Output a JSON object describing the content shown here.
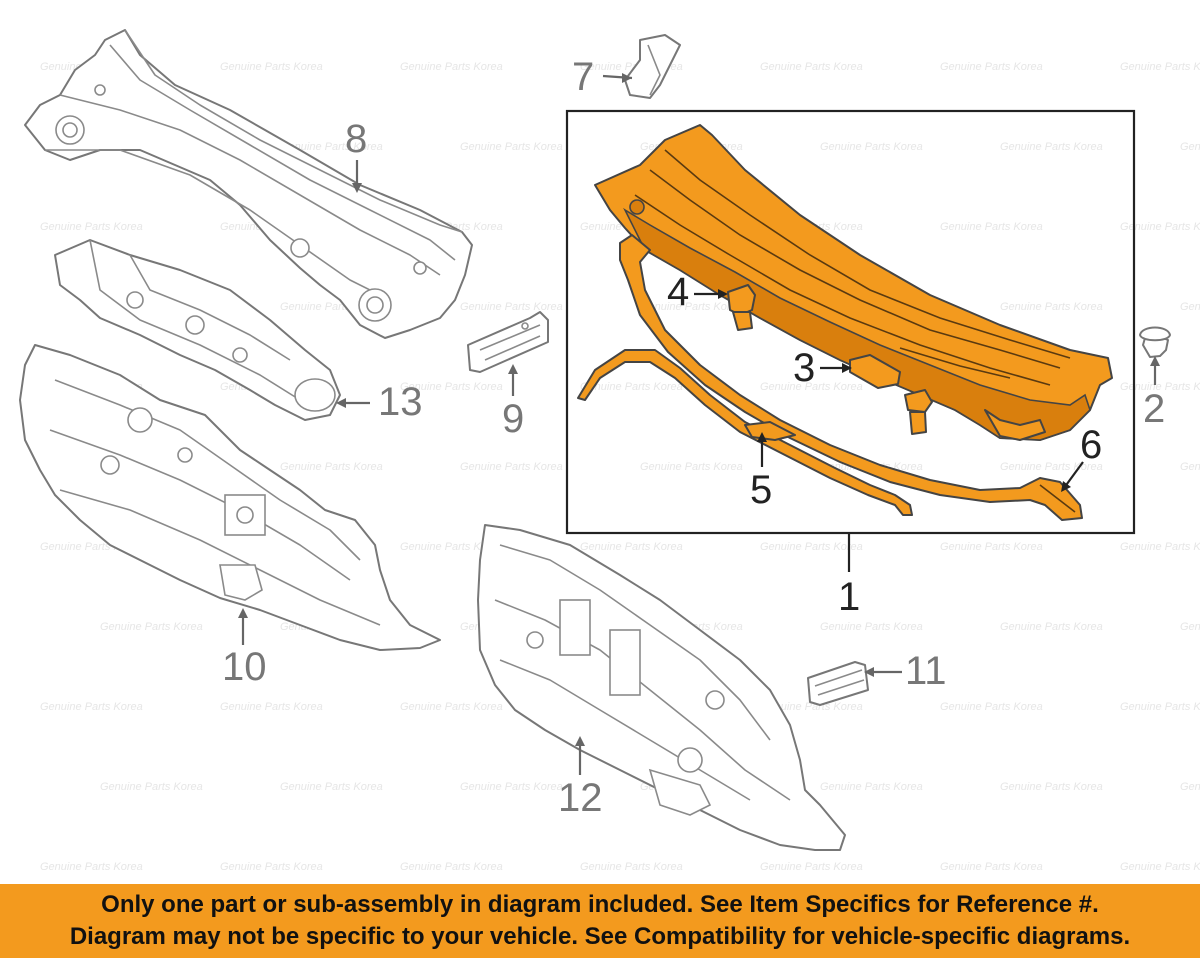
{
  "watermark": "Genuine Parts Korea",
  "callouts": {
    "c1": "1",
    "c2": "2",
    "c3": "3",
    "c4": "4",
    "c5": "5",
    "c6": "6",
    "c7": "7",
    "c8": "8",
    "c9": "9",
    "c10": "10",
    "c11": "11",
    "c12": "12",
    "c13": "13"
  },
  "colors": {
    "highlight": "#f39a1e",
    "banner": "#f39a1e",
    "line": "#777777"
  },
  "banner": {
    "line1": "Only one part or sub-assembly in diagram included. See Item Specifics for Reference #.",
    "line2": "Diagram may not be specific to your vehicle. See Compatibility for vehicle-specific diagrams."
  }
}
